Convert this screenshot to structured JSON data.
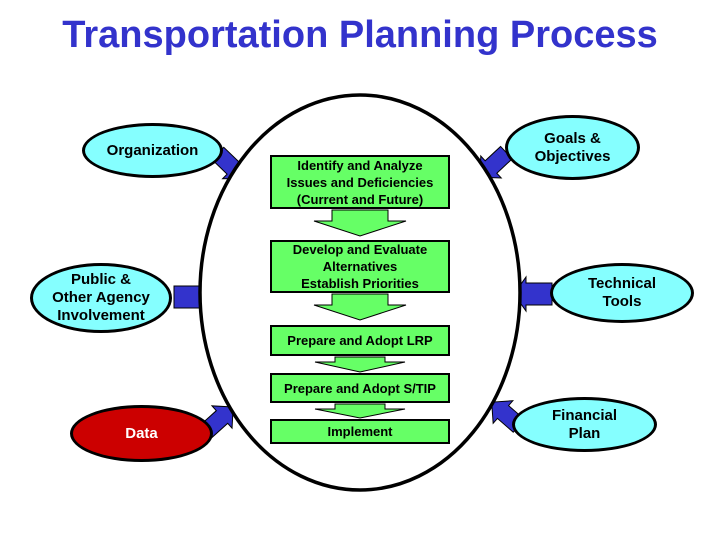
{
  "title": "Transportation Planning Process",
  "colors": {
    "title_text": "#3333CC",
    "oval_fill": "#85FFFF",
    "data_oval_fill": "#CC0000",
    "data_oval_text": "#FFFFFF",
    "process_box_fill": "#66FF66",
    "flow_arrow_fill": "#66FF66",
    "input_arrow_fill": "#3333CC",
    "outline": "#000000"
  },
  "process_steps": [
    {
      "label": "Identify and Analyze\nIssues and Deficiencies\n(Current and Future)"
    },
    {
      "label": "Develop and Evaluate\nAlternatives\nEstablish Priorities"
    },
    {
      "label": "Prepare and Adopt LRP"
    },
    {
      "label": "Prepare and Adopt S/TIP"
    },
    {
      "label": "Implement"
    }
  ],
  "side_items": {
    "organization": {
      "label": "Organization"
    },
    "public": {
      "label": "Public &\nOther Agency\nInvolvement"
    },
    "data": {
      "label": "Data"
    },
    "goals": {
      "label": "Goals &\nObjectives"
    },
    "technical": {
      "label": "Technical\nTools"
    },
    "financial": {
      "label": "Financial\nPlan"
    }
  }
}
